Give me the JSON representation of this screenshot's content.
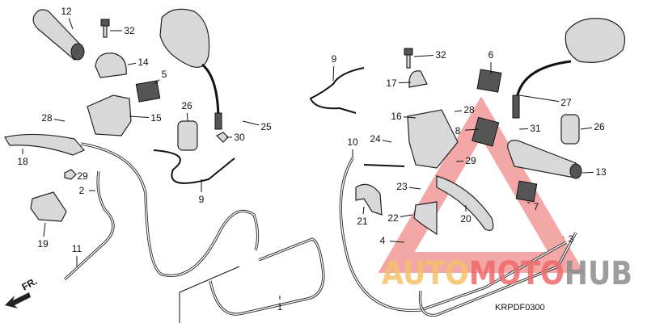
{
  "diagram": {
    "callouts": [
      "12",
      "32",
      "14",
      "5",
      "28",
      "15",
      "26",
      "25",
      "30",
      "18",
      "29",
      "2",
      "9",
      "19",
      "11",
      "1",
      "9",
      "32",
      "6",
      "17",
      "16",
      "28",
      "27",
      "8",
      "31",
      "26",
      "24",
      "10",
      "29",
      "13",
      "23",
      "21",
      "22",
      "20",
      "7",
      "4",
      "3"
    ],
    "direction_marker": "FR.",
    "diagram_code": "KRPDF0300"
  },
  "watermark": {
    "part1": "AUTO",
    "part2": "MOTO",
    "part3": "HUB",
    "colors": {
      "auto": "#f5c26b",
      "moto": "#ef6b6b",
      "hub": "#8c8c8c",
      "triangle": "#f08a8a"
    }
  }
}
